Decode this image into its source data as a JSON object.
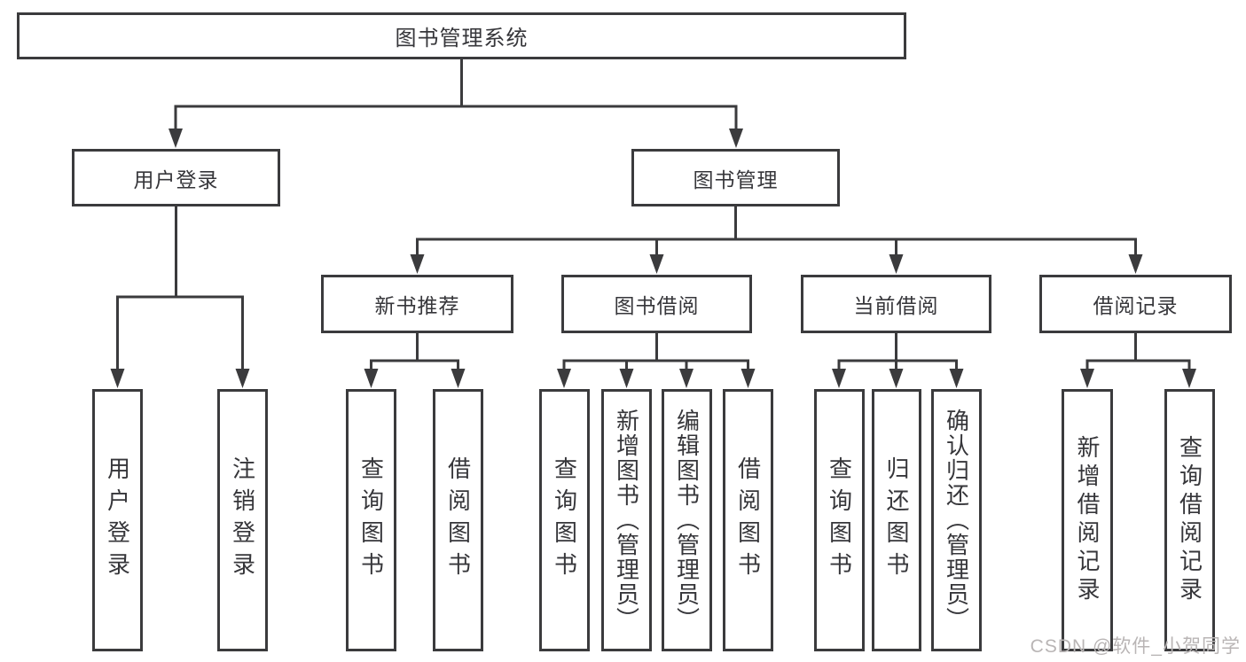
{
  "title": {
    "label": "图书管理系统"
  },
  "tree": {
    "branches": [
      {
        "label": "用户登录",
        "leaves": [
          {
            "label": "用户登录"
          },
          {
            "label": "注销登录"
          }
        ]
      },
      {
        "label": "图书管理",
        "groups": [
          {
            "label": "新书推荐",
            "leaves": [
              {
                "label": "查询图书"
              },
              {
                "label": "借阅图书"
              }
            ]
          },
          {
            "label": "图书借阅",
            "leaves": [
              {
                "label": "查询图书"
              },
              {
                "label": "新增图书（管理员）"
              },
              {
                "label": "编辑图书（管理员）"
              },
              {
                "label": "借阅图书"
              }
            ]
          },
          {
            "label": "当前借阅",
            "leaves": [
              {
                "label": "查询图书"
              },
              {
                "label": "归还图书"
              },
              {
                "label": "确认归还（管理员）"
              }
            ]
          },
          {
            "label": "借阅记录",
            "leaves": [
              {
                "label": "新增借阅记录"
              },
              {
                "label": "查询借阅记录"
              }
            ]
          }
        ]
      }
    ]
  },
  "watermark": {
    "text": "CSDN @软件_小贺同学"
  },
  "colors": {
    "line": "#3b3b3d",
    "text": "#36363a",
    "watermark": "#b9b5b5",
    "background": "#ffffff"
  }
}
